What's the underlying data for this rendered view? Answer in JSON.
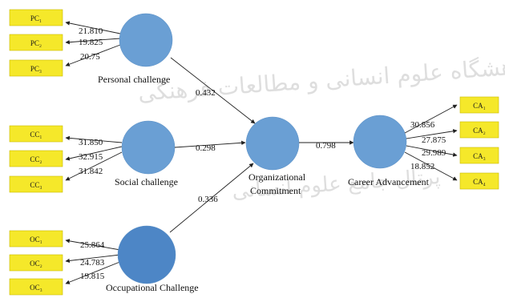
{
  "diagram": {
    "nodes": {
      "personal": {
        "label": "Personal challenge"
      },
      "social": {
        "label": "Social  challenge"
      },
      "occupational": {
        "label": "Occupational Challenge"
      },
      "organizational": {
        "label_line1": "Organizational",
        "label_line2": "Commitment"
      },
      "career": {
        "label": "Career Advancement"
      }
    },
    "indicators": {
      "pc": [
        {
          "label": "PC₁",
          "loading": "21.810"
        },
        {
          "label": "PC₂",
          "loading": "19.825"
        },
        {
          "label": "PC₃",
          "loading": "20.75"
        }
      ],
      "cc": [
        {
          "label": "CC₁",
          "loading": "31.850"
        },
        {
          "label": "CC₂",
          "loading": "32.915"
        },
        {
          "label": "CC₃",
          "loading": "31.842"
        }
      ],
      "oc": [
        {
          "label": "OC₁",
          "loading": "25.864"
        },
        {
          "label": "OC₂",
          "loading": "24.783"
        },
        {
          "label": "OC₃",
          "loading": "19.815"
        }
      ],
      "ca": [
        {
          "label": "CA₁",
          "loading": "30.856"
        },
        {
          "label": "CA₂",
          "loading": "27.875"
        },
        {
          "label": "CA₃",
          "loading": "29.989"
        },
        {
          "label": "CA₄",
          "loading": "18.852"
        }
      ]
    },
    "paths": {
      "personal_to_org": "0.432",
      "social_to_org": "0.298",
      "occupational_to_org": "0.336",
      "org_to_career": "0.798"
    },
    "colors": {
      "node_fill": "#6a9fd4",
      "node_fill_dark": "#4d86c6",
      "indicator_fill": "#f5e82a"
    },
    "watermark": {
      "line1": "پژوهشگاه علوم انسانی و مطالعات فرهنگی",
      "line2": "پرتال جامع علوم انسانی"
    }
  }
}
